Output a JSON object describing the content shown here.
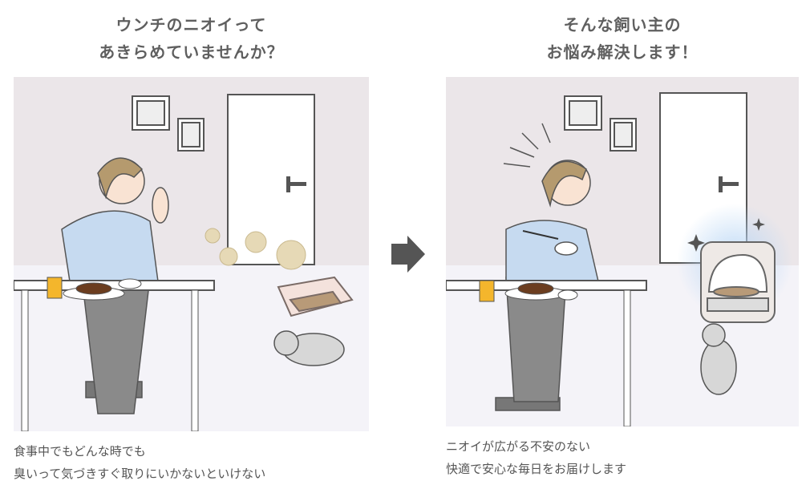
{
  "left": {
    "title_lines": [
      "ウンチのニオイって",
      "あきらめていませんか？"
    ],
    "caption_lines": [
      "食事中でもどんな時でも",
      "臭いって気づきすぐ取りにいかないといけない"
    ]
  },
  "right": {
    "title_lines": [
      "そんな飼い主の",
      "お悩み解決します！"
    ],
    "caption_lines": [
      "ニオイが広がる不安のない",
      "快適で安心な毎日をお届けします"
    ]
  },
  "arrow_icon": "arrow-right-icon",
  "colors": {
    "wall": "#ebe6e9",
    "floor": "#f4f3f8",
    "arrow": "#555555",
    "text": "#5a5a5a"
  }
}
